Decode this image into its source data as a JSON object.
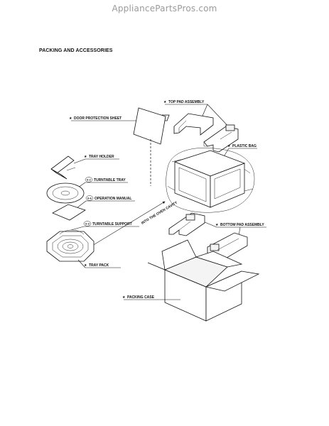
{
  "watermark": "AppliancePartsPros.com",
  "title": "PACKING AND ACCESSORIES",
  "callouts": {
    "top_pad": {
      "marker": "★",
      "label": "TOP PAD ASSEMBLY"
    },
    "door_sheet": {
      "marker": "★",
      "label": "DOOR PROTECTION SHEET"
    },
    "plastic_bag": {
      "marker": "★",
      "label": "PLASTIC BAG"
    },
    "tray_holder": {
      "marker": "★",
      "label": "TRAY HOLDER"
    },
    "turntable_tray": {
      "ref": "6-2",
      "label": "TURNTABLE TRAY"
    },
    "operation_manual": {
      "ref": "6-6",
      "label": "OPERATION MANUAL"
    },
    "turntable_support": {
      "ref": "6-3",
      "label": "TURNTABLE SUPPORT"
    },
    "into_oven": {
      "label": "INTO THE OVEN CAVITY"
    },
    "bottom_pad": {
      "marker": "★",
      "label": "BOTTOM PAD ASSEMBLY"
    },
    "tray_pack": {
      "marker": "★",
      "label": "TRAY PACK"
    },
    "packing_case": {
      "marker": "★",
      "label": "PACKING CASE"
    }
  }
}
